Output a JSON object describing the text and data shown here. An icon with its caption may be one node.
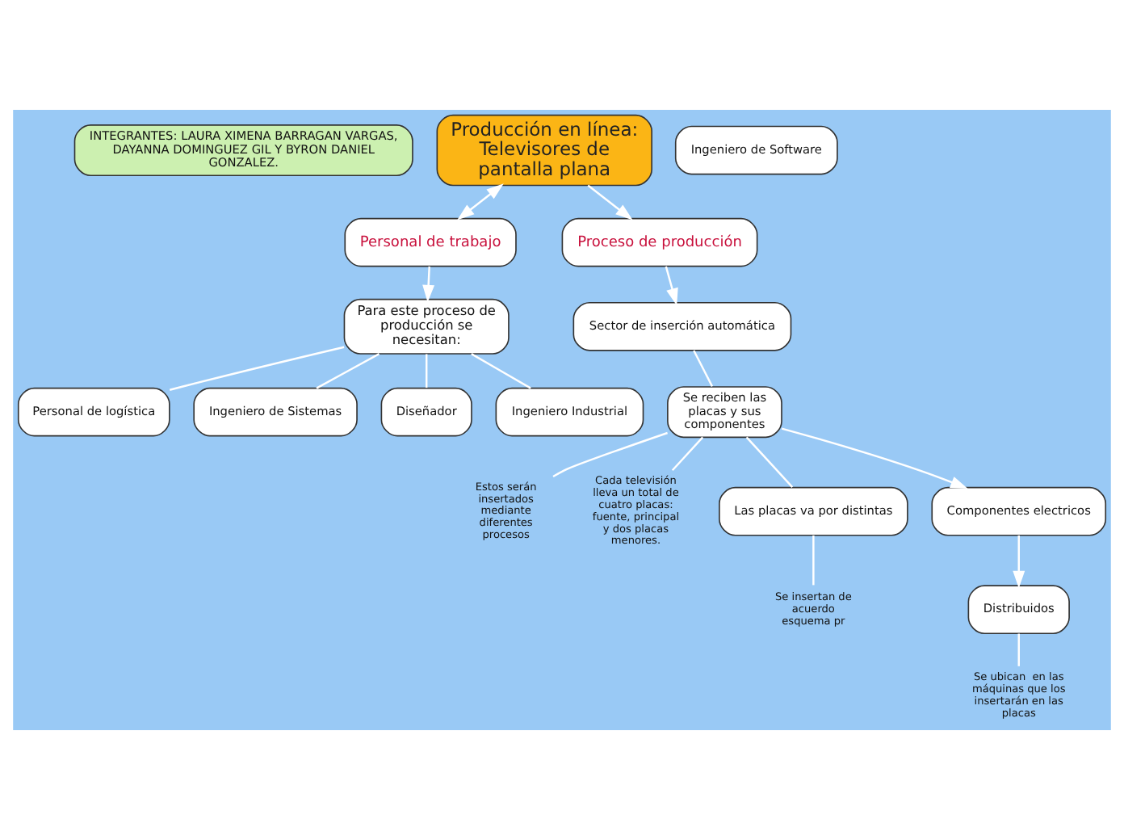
{
  "diagram": {
    "nodes": [
      {
        "text": [
          "INTEGRANTES: LAURA XIMENA BARRAGAN VARGAS, DAYANNA DOMINGUEZ GIL Y BYRON DANIEL GONZALEZ."
        ]
      },
      {
        "text": [
          "Personal de trabajo"
        ]
      },
      {
        "text": [
          "Producción en línea: Televisores de pantalla plana"
        ]
      },
      {
        "text": [
          "Para este proceso de producción se necesitan:"
        ]
      },
      {
        "text": [
          "Proceso de producción"
        ]
      },
      {
        "text": [
          "Personal de logística"
        ]
      },
      {
        "text": [
          "Ingeniero de Sistemas"
        ]
      },
      {
        "text": [
          "Diseñador"
        ]
      },
      {
        "text": [
          "Ingeniero Industrial"
        ]
      },
      {
        "text": [
          "Ingeniero de Software"
        ]
      },
      {
        "text": [
          "Estos serán insertados mediante diferentes procesos"
        ]
      },
      {
        "text": [
          "Cada televisión lleva un total de cuatro placas: fuente, principal y dos placas menores."
        ]
      },
      {
        "text": [
          "Se insertan de acuerdo esquema pr"
        ]
      },
      {
        "text": [
          "Se reciben las placas y sus componentes"
        ]
      },
      {
        "text": [
          "Sector de inserción automática"
        ]
      },
      {
        "text": [
          "Las placas va por distintas"
        ]
      },
      {
        "text": [
          "Distribuidos"
        ]
      },
      {
        "text": [
          "Componentes electricos"
        ]
      },
      {
        "text": [
          "Se ubican  en las máquinas que los insertarán en las placas"
        ]
      }
    ],
    "edges": [
      {
        "from": 2,
        "to": 1,
        "arrow": "both"
      },
      {
        "from": 2,
        "to": 4,
        "arrow": "to"
      },
      {
        "from": 1,
        "to": 3,
        "arrow": "to"
      },
      {
        "from": 3,
        "to": 5,
        "arrow": "none"
      },
      {
        "from": 3,
        "to": 6,
        "arrow": "none"
      },
      {
        "from": 3,
        "to": 7,
        "arrow": "none"
      },
      {
        "from": 3,
        "to": 8,
        "arrow": "none"
      },
      {
        "from": 4,
        "to": 14,
        "arrow": "to"
      },
      {
        "from": 14,
        "to": 13,
        "arrow": "none"
      },
      {
        "from": 13,
        "to": 10,
        "arrow": "none"
      },
      {
        "from": 13,
        "to": 11,
        "arrow": "none"
      },
      {
        "from": 13,
        "to": 15,
        "arrow": "none"
      },
      {
        "from": 15,
        "to": 12,
        "arrow": "none"
      },
      {
        "from": 13,
        "to": 17,
        "arrow": "to"
      },
      {
        "from": 17,
        "to": 16,
        "arrow": "to"
      },
      {
        "from": 16,
        "to": 18,
        "arrow": "none"
      }
    ]
  }
}
